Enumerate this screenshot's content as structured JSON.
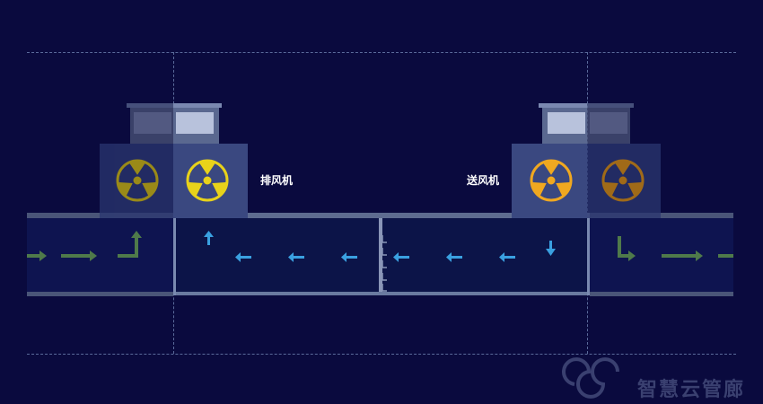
{
  "labels": {
    "exhaust_fan": "排风机",
    "supply_fan": "送风机"
  },
  "watermark": {
    "text": "智慧云管廊"
  },
  "colors": {
    "background": "#0a0a3e",
    "fan_exhaust": "#e8d21a",
    "fan_supply": "#f0a820",
    "arrow_inside": "#3aa0e0",
    "arrow_outside": "#4f7a4a"
  },
  "icons": [
    "radiation-fan-icon",
    "arrow-up-icon",
    "arrow-left-icon",
    "arrow-down-icon",
    "arrow-right-icon",
    "cloud-logo-icon"
  ]
}
